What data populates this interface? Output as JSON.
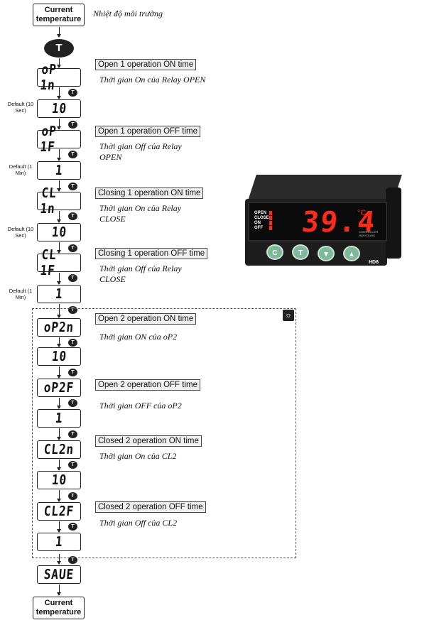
{
  "start": {
    "label": "Current temperature",
    "vn": "Nhiệt độ môi trường"
  },
  "start_button": {
    "label": "T",
    "icon": "t-button-icon"
  },
  "button_badge": "T",
  "steps": [
    {
      "code": "oP 1n",
      "desc": "Open 1 operation ON time",
      "vn": "Thời gian On của Relay OPEN",
      "value": "10",
      "default": "Default (10 Sec)"
    },
    {
      "code": "oP 1F",
      "desc": "Open 1 operation OFF time",
      "vn": "Thời gian Off của Relay OPEN",
      "value": "1",
      "default": "Default (1 Min)"
    },
    {
      "code": "CL 1n",
      "desc": "Closing 1 operation ON time",
      "vn": "Thời gian On của Relay CLOSE",
      "value": "10",
      "default": "Default (10 Sec)"
    },
    {
      "code": "CL 1F",
      "desc": "Closing 1 operation OFF time",
      "vn": "Thời gian Off của Relay CLOSE",
      "value": "1",
      "default": "Default (1 Min)"
    },
    {
      "code": "oP2n",
      "desc": "Open 2 operation ON time",
      "vn": "Thời gian ON của oP2",
      "value": "10"
    },
    {
      "code": "oP2F",
      "desc": "Open 2 operation OFF time",
      "vn": "Thời gian OFF của oP2",
      "value": "1"
    },
    {
      "code": "CL2n",
      "desc": "Closed 2 operation ON time",
      "vn": "Thời gian On của CL2",
      "value": "10"
    },
    {
      "code": "CL2F",
      "desc": "Closed 2 operation OFF time",
      "vn": "Thời gian Off của CL2",
      "value": "1"
    }
  ],
  "save": "SAUE",
  "end": {
    "label": "Current temperature"
  },
  "optional_group": {
    "icon": "gear-icon"
  },
  "device": {
    "model": "HD6",
    "display": "39.4",
    "unit": "°C",
    "indicators": [
      "OPEN",
      "CLOSE",
      "ON",
      "OFF"
    ],
    "buttons": [
      "C",
      "T",
      "▼",
      "▲"
    ],
    "brand": "CONTROLLER HANYOUNG",
    "led_color": "#ff2a1a",
    "button_color": "#7fb89a"
  }
}
